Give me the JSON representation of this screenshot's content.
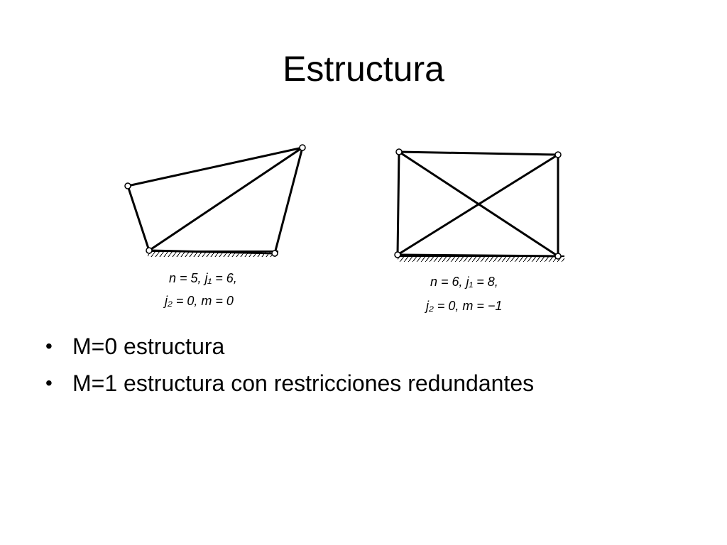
{
  "slide": {
    "title": "Estructura",
    "bullets": [
      "M=0 estructura",
      "M=1 estructura con restricciones redundantes"
    ]
  },
  "diagrams": [
    {
      "line1": "n = 5, j₁ = 6,",
      "line2": "j₂ = 0, m = 0"
    },
    {
      "line1": "n = 6, j₁ = 8,",
      "line2": "j₂ = 0, m = −1"
    }
  ],
  "colors": {
    "ink": "#000000",
    "background": "#ffffff"
  }
}
